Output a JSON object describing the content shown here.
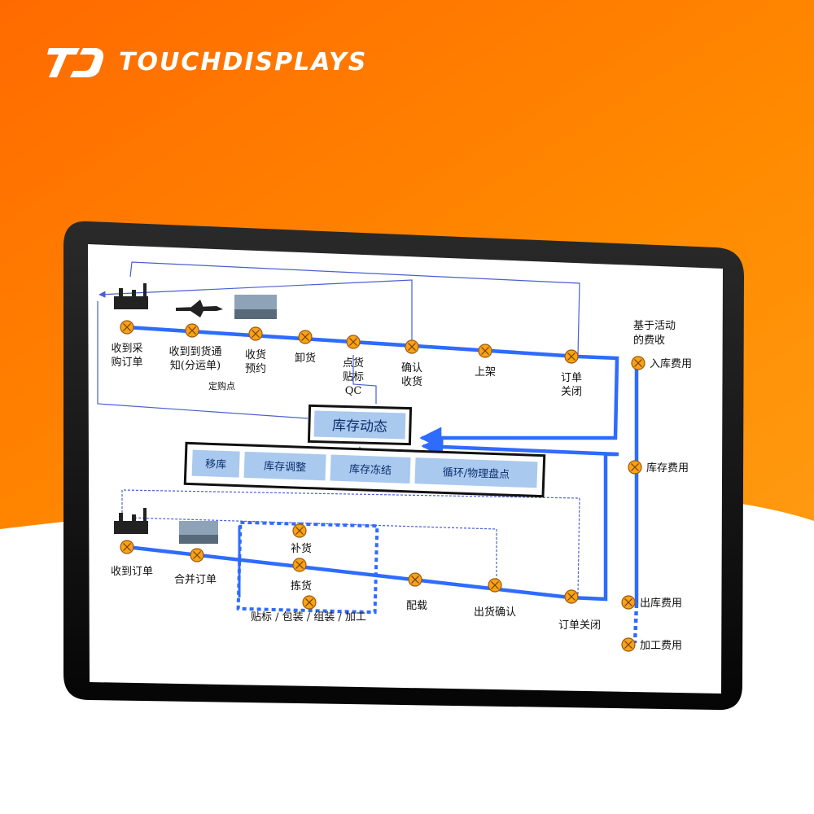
{
  "brand": {
    "name": "TOUCHDISPLAYS"
  },
  "colors": {
    "orange": "#ff7a00",
    "flow_blue": "#2e6bff",
    "node_orange": "#f6a417",
    "box_blue": "#a9c9ef",
    "bezel": "#111111"
  },
  "diagram": {
    "inbound_nodes": [
      {
        "id": "po",
        "lines": [
          "收到采",
          "购订单"
        ]
      },
      {
        "id": "asn",
        "lines": [
          "收到到货通",
          "知(分运单)"
        ]
      },
      {
        "id": "appt",
        "lines": [
          "收货",
          "预约"
        ]
      },
      {
        "id": "unload",
        "lines": [
          "卸货"
        ]
      },
      {
        "id": "count",
        "lines": [
          "点货",
          "贴标",
          "QC"
        ]
      },
      {
        "id": "confirm",
        "lines": [
          "确认",
          "收货"
        ]
      },
      {
        "id": "putaway",
        "lines": [
          "上架"
        ]
      },
      {
        "id": "close_in",
        "lines": [
          "订单",
          "关闭"
        ]
      }
    ],
    "inbound_note": "定购点",
    "inventory": {
      "title": "库存动态",
      "actions": [
        "移库",
        "库存调整",
        "库存冻结",
        "循环/物理盘点"
      ]
    },
    "outbound_nodes": [
      {
        "id": "so",
        "lines": [
          "收到订单"
        ]
      },
      {
        "id": "merge",
        "lines": [
          "合并订单"
        ]
      },
      {
        "id": "replenish",
        "lines": [
          "补货"
        ]
      },
      {
        "id": "pick",
        "lines": [
          "拣货"
        ]
      },
      {
        "id": "load",
        "lines": [
          "配载"
        ]
      },
      {
        "id": "ship",
        "lines": [
          "出货确认"
        ]
      },
      {
        "id": "close_out",
        "lines": [
          "订单关闭"
        ]
      }
    ],
    "vas_label": "贴标 / 包装 / 组装 / 加工",
    "fees": {
      "title": [
        "基于活动",
        "的费收"
      ],
      "items": [
        "入库费用",
        "库存费用",
        "出库费用",
        "加工费用"
      ]
    }
  }
}
